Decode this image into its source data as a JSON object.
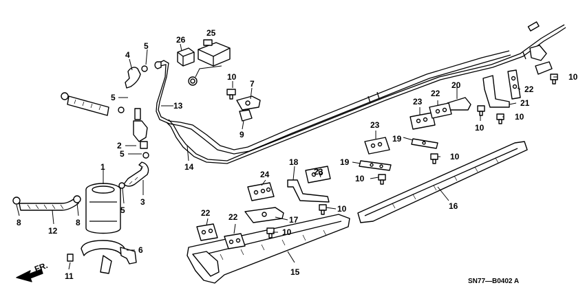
{
  "diagram": {
    "code": "SN77—B0402 A",
    "direction_label": "FR.",
    "callouts": [
      "1",
      "2",
      "3",
      "4",
      "5",
      "5",
      "5",
      "5",
      "6",
      "7",
      "8",
      "8",
      "9",
      "10",
      "10",
      "10",
      "10",
      "10",
      "10",
      "10",
      "10",
      "11",
      "12",
      "13",
      "14",
      "15",
      "16",
      "17",
      "18",
      "19",
      "19",
      "20",
      "21",
      "22",
      "22",
      "22",
      "22",
      "23",
      "23",
      "23",
      "24",
      "25",
      "26"
    ]
  }
}
